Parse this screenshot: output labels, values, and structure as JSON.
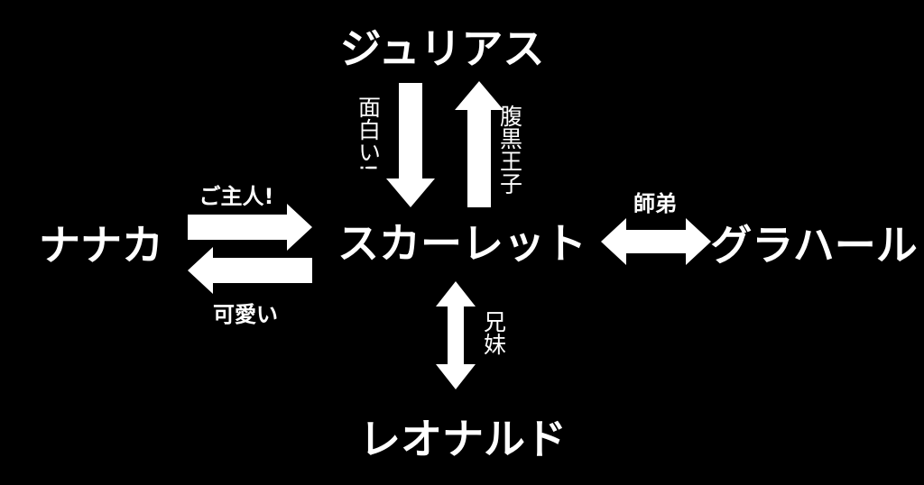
{
  "colors": {
    "background": "#000000",
    "foreground": "#ffffff"
  },
  "nodes": {
    "julius": "ジュリアス",
    "nanaka": "ナナカ",
    "scarlet": "スカーレット",
    "grahal": "グラハール",
    "leonard": "レオナルド"
  },
  "edges": {
    "nanaka_to_scarlet": "ご主人!",
    "scarlet_to_nanaka": "可愛い",
    "julius_to_scarlet": "面白い!",
    "scarlet_to_julius": "腹黒王子",
    "scarlet_grahal": "師弟",
    "scarlet_leonard": "兄妹"
  }
}
